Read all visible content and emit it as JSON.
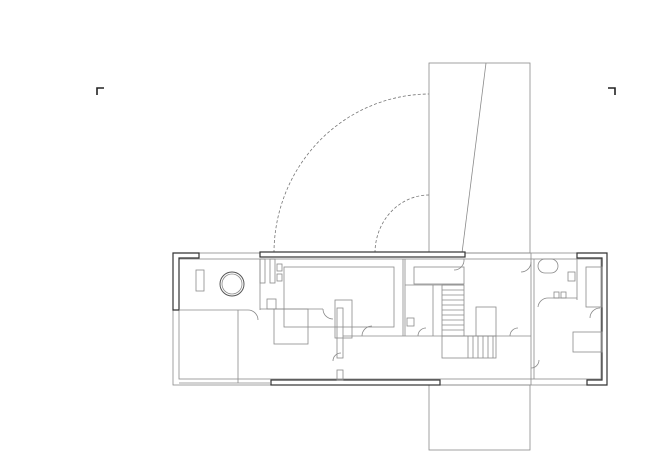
{
  "drawing": {
    "type": "architectural-floor-plan",
    "colors": {
      "line": "#8a8a8a",
      "wall": "#333333",
      "background": "#ffffff"
    },
    "rooms_visible": [
      "bathroom",
      "bedroom",
      "stair",
      "hall",
      "bathroom",
      "bedroom"
    ]
  }
}
